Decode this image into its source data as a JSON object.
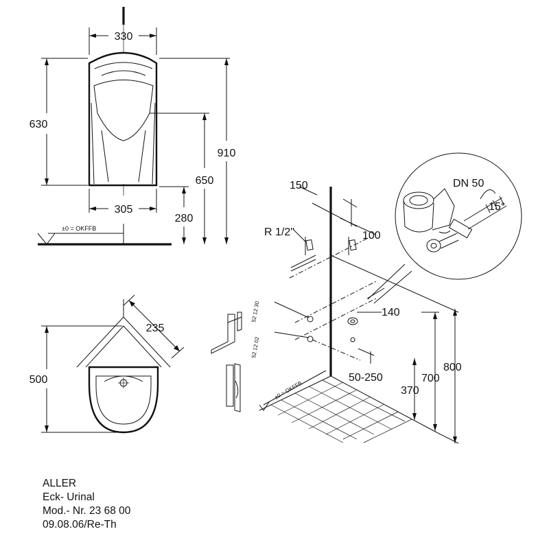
{
  "front_view": {
    "top_width": "330",
    "height": "630",
    "total_height": "910",
    "inlet_height": "650",
    "bottom_width": "305",
    "outlet_height": "280",
    "floor_label": "±0 = OKFFB"
  },
  "top_view": {
    "corner_depth": "235",
    "depth": "500"
  },
  "installation_view": {
    "offset_150": "150",
    "offset_100": "100",
    "thread": "R 1/2\"",
    "dn": "DN 50",
    "angle": "15°",
    "outlet_offset": "140",
    "range": "50-250",
    "h370": "370",
    "h700": "700",
    "h800": "800",
    "part_upper": "52 12 30",
    "part_lower": "52 12 02",
    "floor_label": "±0 = OKFFB"
  },
  "caption": {
    "line1": "ALLER",
    "line2": "Eck- Urinal",
    "line3": "Mod.- Nr. 23 68 00",
    "line4": "09.08.06/Re-Th"
  }
}
